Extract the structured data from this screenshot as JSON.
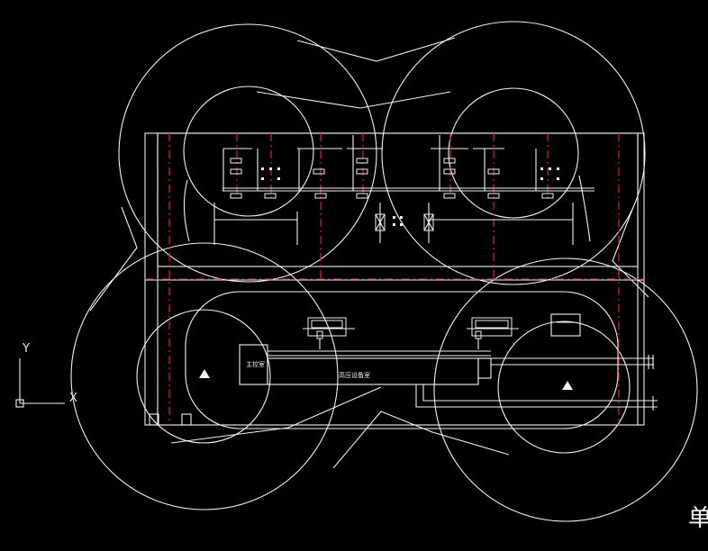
{
  "drawing": {
    "room_labels": {
      "main_control": "主控室",
      "hv_equipment": "高压设备室"
    },
    "corner_text": "单",
    "ucs_axes": {
      "x_label": "X",
      "y_label": "Y"
    },
    "colors": {
      "background": "#000000",
      "linework": "#f2f2f2",
      "axis_lines": "#e0202a"
    },
    "icons": [
      "ucs-icon",
      "lightning-mast-marker"
    ]
  }
}
